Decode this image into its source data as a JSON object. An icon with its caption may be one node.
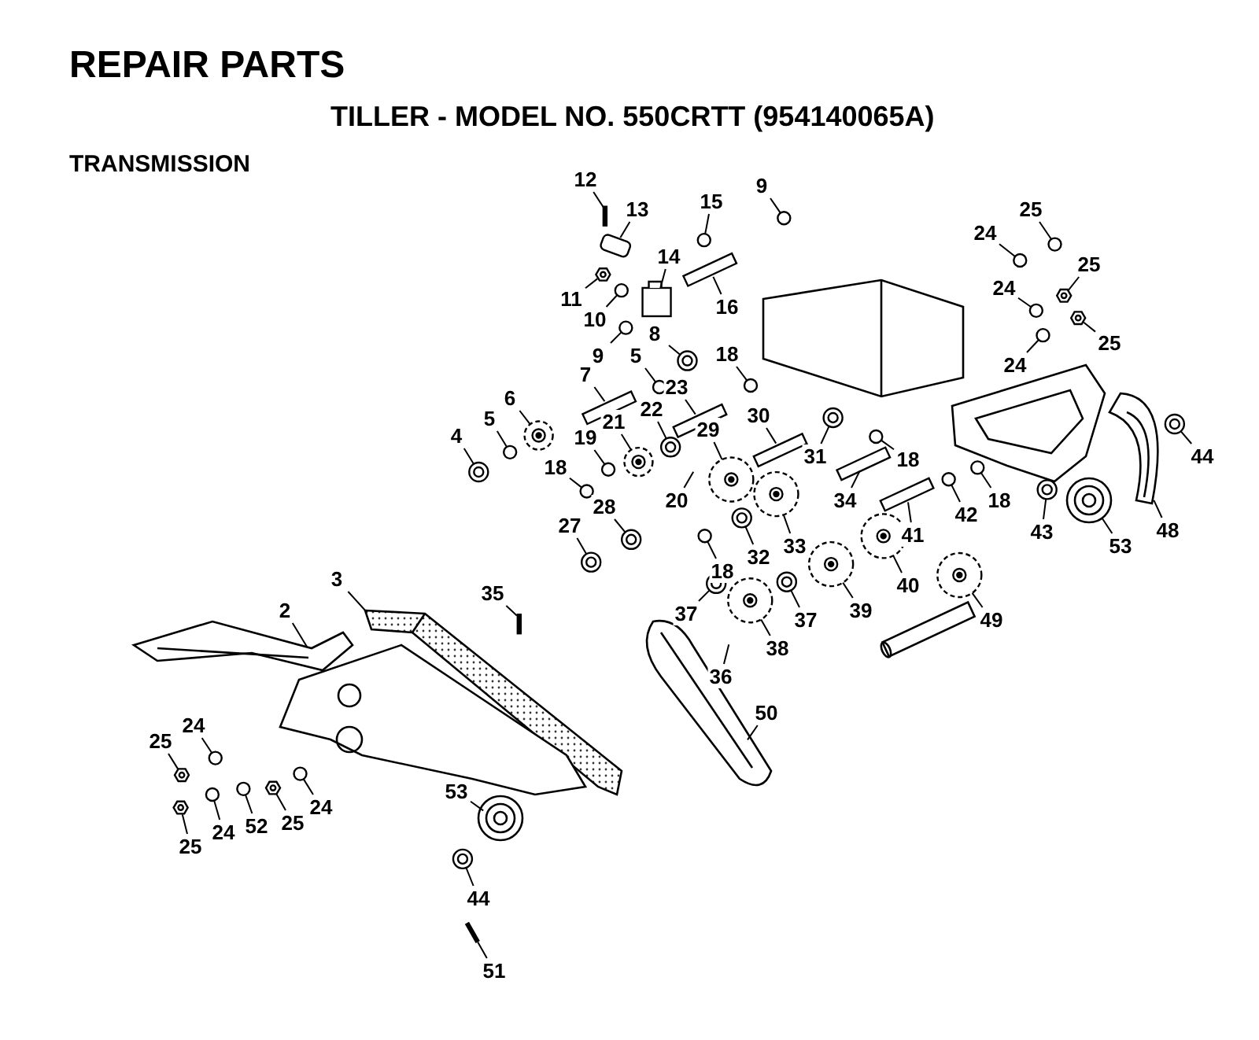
{
  "diagram": {
    "title": "REPAIR PARTS",
    "labels": [
      "TILLER - MODEL NO. 550CRTT (954140065A)",
      "TRANSMISSION"
    ],
    "nodes": [
      {
        "text": [
          "12"
        ]
      },
      {
        "text": [
          "9"
        ]
      },
      {
        "text": [
          "15"
        ]
      },
      {
        "text": [
          "13"
        ]
      },
      {
        "text": [
          "14"
        ]
      },
      {
        "text": [
          "11"
        ]
      },
      {
        "text": [
          "10"
        ]
      },
      {
        "text": [
          "16"
        ]
      },
      {
        "text": [
          "9"
        ]
      },
      {
        "text": [
          "5"
        ]
      },
      {
        "text": [
          "8"
        ]
      },
      {
        "text": [
          "18"
        ]
      },
      {
        "text": [
          "7"
        ]
      },
      {
        "text": [
          "6"
        ]
      },
      {
        "text": [
          "23"
        ]
      },
      {
        "text": [
          "29"
        ]
      },
      {
        "text": [
          "30"
        ]
      },
      {
        "text": [
          "5"
        ]
      },
      {
        "text": [
          "21"
        ]
      },
      {
        "text": [
          "22"
        ]
      },
      {
        "text": [
          "4"
        ]
      },
      {
        "text": [
          "19"
        ]
      },
      {
        "text": [
          "18"
        ]
      },
      {
        "text": [
          "31"
        ]
      },
      {
        "text": [
          "18"
        ]
      },
      {
        "text": [
          "20"
        ]
      },
      {
        "text": [
          "34"
        ]
      },
      {
        "text": [
          "33"
        ]
      },
      {
        "text": [
          "28"
        ]
      },
      {
        "text": [
          "27"
        ]
      },
      {
        "text": [
          "32"
        ]
      },
      {
        "text": [
          "18"
        ]
      },
      {
        "text": [
          "18"
        ]
      },
      {
        "text": [
          "42"
        ]
      },
      {
        "text": [
          "41"
        ]
      },
      {
        "text": [
          "43"
        ]
      },
      {
        "text": [
          "40"
        ]
      },
      {
        "text": [
          "39"
        ]
      },
      {
        "text": [
          "37"
        ]
      },
      {
        "text": [
          "38"
        ]
      },
      {
        "text": [
          "37"
        ]
      },
      {
        "text": [
          "36"
        ]
      },
      {
        "text": [
          "49"
        ]
      },
      {
        "text": [
          "35"
        ]
      },
      {
        "text": [
          "3"
        ]
      },
      {
        "text": [
          "2"
        ]
      },
      {
        "text": [
          "50"
        ]
      },
      {
        "text": [
          "25"
        ]
      },
      {
        "text": [
          "24"
        ]
      },
      {
        "text": [
          "25"
        ]
      },
      {
        "text": [
          "24"
        ]
      },
      {
        "text": [
          "24"
        ]
      },
      {
        "text": [
          "25"
        ]
      },
      {
        "text": [
          "44"
        ]
      },
      {
        "text": [
          "48"
        ]
      },
      {
        "text": [
          "53"
        ]
      },
      {
        "text": [
          "24"
        ]
      },
      {
        "text": [
          "25"
        ]
      },
      {
        "text": [
          "24"
        ]
      },
      {
        "text": [
          "25"
        ]
      },
      {
        "text": [
          "52"
        ]
      },
      {
        "text": [
          "24"
        ]
      },
      {
        "text": [
          "25"
        ]
      },
      {
        "text": [
          "53"
        ]
      },
      {
        "text": [
          "44"
        ]
      },
      {
        "text": [
          "51"
        ]
      },
      {
        "text": [],
        "shape": "bar"
      },
      {
        "text": [],
        "shape": "circle"
      },
      {
        "text": [],
        "shape": "circle"
      },
      {
        "text": [],
        "shape": "box"
      },
      {
        "text": [],
        "shape": "box"
      },
      {
        "text": [],
        "shape": "hexagon"
      },
      {
        "text": [],
        "shape": "circle"
      },
      {
        "text": [],
        "shape": "box"
      },
      {
        "text": [],
        "shape": "circle"
      },
      {
        "text": [],
        "shape": "circle"
      },
      {
        "text": [],
        "shape": "circle"
      },
      {
        "text": [],
        "shape": "circle"
      },
      {
        "text": [],
        "shape": "box"
      },
      {
        "text": [],
        "shape": "picture"
      },
      {
        "text": [],
        "shape": "box"
      },
      {
        "text": [],
        "shape": "picture"
      },
      {
        "text": [],
        "shape": "box"
      },
      {
        "text": [],
        "shape": "circle"
      },
      {
        "text": [],
        "shape": "picture"
      },
      {
        "text": [],
        "shape": "circle"
      },
      {
        "text": [],
        "shape": "circle"
      },
      {
        "text": [],
        "shape": "circle"
      },
      {
        "text": [],
        "shape": "circle"
      },
      {
        "text": [],
        "shape": "circle"
      },
      {
        "text": [],
        "shape": "circle"
      },
      {
        "text": [],
        "shape": "box"
      },
      {
        "text": [],
        "shape": "picture"
      },
      {
        "text": [],
        "shape": "circle"
      },
      {
        "text": [],
        "shape": "circle"
      },
      {
        "text": [],
        "shape": "circle"
      },
      {
        "text": [],
        "shape": "circle"
      },
      {
        "text": [],
        "shape": "circle"
      },
      {
        "text": [],
        "shape": "circle"
      },
      {
        "text": [],
        "shape": "box"
      },
      {
        "text": [],
        "shape": "circle"
      },
      {
        "text": [],
        "shape": "picture"
      },
      {
        "text": [],
        "shape": "picture"
      },
      {
        "text": [],
        "shape": "circle"
      },
      {
        "text": [],
        "shape": "picture"
      },
      {
        "text": [],
        "shape": "circle"
      },
      {
        "text": [],
        "shape": "picture"
      },
      {
        "text": [],
        "shape": "bar"
      },
      {
        "text": [],
        "shape": "picture"
      },
      {
        "text": [],
        "shape": "picture"
      },
      {
        "text": [],
        "shape": "picture"
      },
      {
        "text": [],
        "shape": "circle"
      },
      {
        "text": [],
        "shape": "circle"
      },
      {
        "text": [],
        "shape": "hexagon"
      },
      {
        "text": [],
        "shape": "circle"
      },
      {
        "text": [],
        "shape": "circle"
      },
      {
        "text": [],
        "shape": "hexagon"
      },
      {
        "text": [],
        "shape": "circle"
      },
      {
        "text": [],
        "shape": "picture"
      },
      {
        "text": [],
        "shape": "picture"
      },
      {
        "text": [],
        "shape": "circle"
      },
      {
        "text": [],
        "shape": "hexagon"
      },
      {
        "text": [],
        "shape": "circle"
      },
      {
        "text": [],
        "shape": "hexagon"
      },
      {
        "text": [],
        "shape": "circle"
      },
      {
        "text": [],
        "shape": "circle"
      },
      {
        "text": [],
        "shape": "hexagon"
      },
      {
        "text": [],
        "shape": "picture"
      },
      {
        "text": [],
        "shape": "circle"
      },
      {
        "text": [],
        "shape": "bar"
      },
      {
        "text": [],
        "shape": "picture"
      },
      {
        "text": [],
        "shape": "picture"
      },
      {
        "text": [],
        "shape": "picture"
      },
      {
        "text": [],
        "shape": "picture"
      }
    ],
    "edges": [
      {
        "from": 0,
        "to": 66,
        "arrow": "none"
      },
      {
        "from": 1,
        "to": 67,
        "arrow": "none"
      },
      {
        "from": 2,
        "to": 68,
        "arrow": "none"
      },
      {
        "from": 3,
        "to": 69,
        "arrow": "none"
      },
      {
        "from": 4,
        "to": 70,
        "arrow": "none"
      },
      {
        "from": 5,
        "to": 71,
        "arrow": "none"
      },
      {
        "from": 6,
        "to": 72,
        "arrow": "none"
      },
      {
        "from": 7,
        "to": 73,
        "arrow": "none"
      },
      {
        "from": 8,
        "to": 74,
        "arrow": "none"
      },
      {
        "from": 9,
        "to": 75,
        "arrow": "none"
      },
      {
        "from": 10,
        "to": 76,
        "arrow": "none"
      },
      {
        "from": 11,
        "to": 77,
        "arrow": "none"
      },
      {
        "from": 12,
        "to": 78,
        "arrow": "none"
      },
      {
        "from": 13,
        "to": 79,
        "arrow": "none"
      },
      {
        "from": 14,
        "to": 80,
        "arrow": "none"
      },
      {
        "from": 15,
        "to": 81,
        "arrow": "none"
      },
      {
        "from": 16,
        "to": 82,
        "arrow": "none"
      },
      {
        "from": 17,
        "to": 83,
        "arrow": "none"
      },
      {
        "from": 18,
        "to": 84,
        "arrow": "none"
      },
      {
        "from": 19,
        "to": 85,
        "arrow": "none"
      },
      {
        "from": 20,
        "to": 86,
        "arrow": "none"
      },
      {
        "from": 21,
        "to": 87,
        "arrow": "none"
      },
      {
        "from": 22,
        "to": 88,
        "arrow": "none"
      },
      {
        "from": 23,
        "to": 89,
        "arrow": "none"
      },
      {
        "from": 24,
        "to": 90,
        "arrow": "none"
      },
      {
        "from": 25,
        "to": null,
        "arrow": "none"
      },
      {
        "from": 26,
        "to": 91,
        "arrow": "none"
      },
      {
        "from": 27,
        "to": 92,
        "arrow": "none"
      },
      {
        "from": 28,
        "to": 93,
        "arrow": "none"
      },
      {
        "from": 29,
        "to": 94,
        "arrow": "none"
      },
      {
        "from": 30,
        "to": 95,
        "arrow": "none"
      },
      {
        "from": 31,
        "to": 96,
        "arrow": "none"
      },
      {
        "from": 32,
        "to": 97,
        "arrow": "none"
      },
      {
        "from": 33,
        "to": 98,
        "arrow": "none"
      },
      {
        "from": 34,
        "to": 99,
        "arrow": "none"
      },
      {
        "from": 35,
        "to": 100,
        "arrow": "none"
      },
      {
        "from": 36,
        "to": 101,
        "arrow": "none"
      },
      {
        "from": 37,
        "to": 102,
        "arrow": "none"
      },
      {
        "from": 38,
        "to": 103,
        "arrow": "none"
      },
      {
        "from": 39,
        "to": 104,
        "arrow": "none"
      },
      {
        "from": 40,
        "to": 105,
        "arrow": "none"
      },
      {
        "from": 41,
        "to": null,
        "arrow": "none"
      },
      {
        "from": 42,
        "to": 106,
        "arrow": "none"
      },
      {
        "from": 43,
        "to": 107,
        "arrow": "none"
      },
      {
        "from": 44,
        "to": 108,
        "arrow": "none"
      },
      {
        "from": 45,
        "to": 109,
        "arrow": "none"
      },
      {
        "from": 46,
        "to": 110,
        "arrow": "none"
      },
      {
        "from": 47,
        "to": 111,
        "arrow": "none"
      },
      {
        "from": 48,
        "to": 112,
        "arrow": "none"
      },
      {
        "from": 49,
        "to": 113,
        "arrow": "none"
      },
      {
        "from": 50,
        "to": 114,
        "arrow": "none"
      },
      {
        "from": 51,
        "to": 115,
        "arrow": "none"
      },
      {
        "from": 52,
        "to": 116,
        "arrow": "none"
      },
      {
        "from": 53,
        "to": 117,
        "arrow": "none"
      },
      {
        "from": 54,
        "to": 118,
        "arrow": "none"
      },
      {
        "from": 55,
        "to": 119,
        "arrow": "none"
      },
      {
        "from": 56,
        "to": 120,
        "arrow": "none"
      },
      {
        "from": 57,
        "to": 121,
        "arrow": "none"
      },
      {
        "from": 58,
        "to": 122,
        "arrow": "none"
      },
      {
        "from": 59,
        "to": 123,
        "arrow": "none"
      },
      {
        "from": 60,
        "to": 124,
        "arrow": "none"
      },
      {
        "from": 61,
        "to": 125,
        "arrow": "none"
      },
      {
        "from": 62,
        "to": 126,
        "arrow": "none"
      },
      {
        "from": 63,
        "to": 127,
        "arrow": "none"
      },
      {
        "from": 64,
        "to": 128,
        "arrow": "none"
      },
      {
        "from": 65,
        "to": 129,
        "arrow": "none"
      }
    ]
  }
}
